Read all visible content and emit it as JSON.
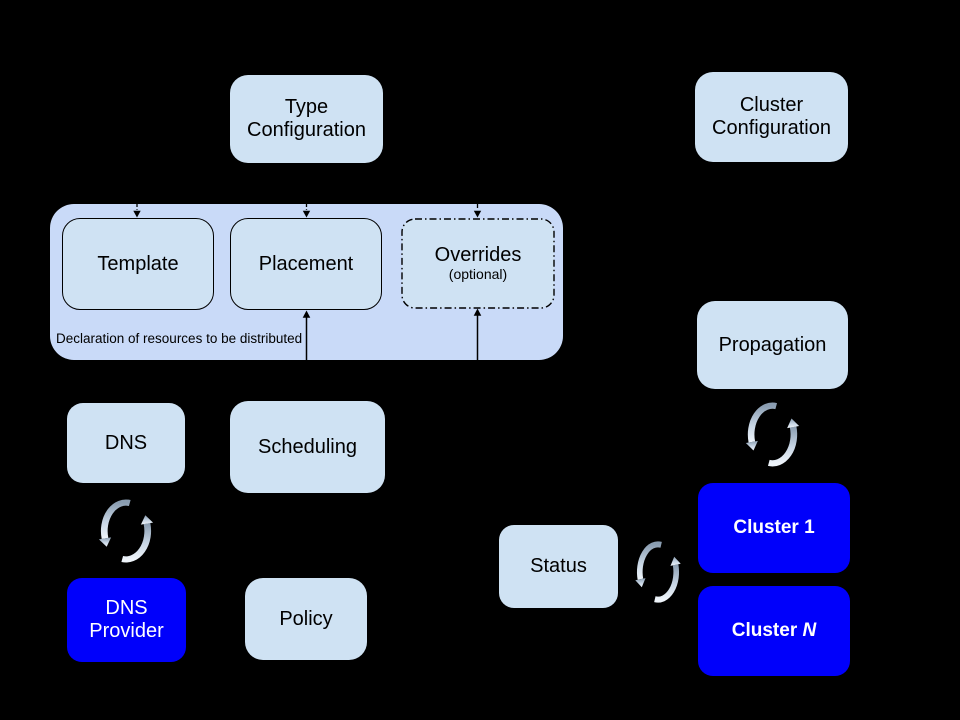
{
  "canvas": {
    "background": "#000000"
  },
  "palette": {
    "light_box_fill": "#cfe2f3",
    "group_fill": "#c9daf8",
    "blue_box_fill": "#0000fb",
    "box_border": "#000000",
    "dark_text": "#000000",
    "light_text": "#ffffff",
    "sync_icon_dark": "#8a9db1",
    "sync_icon_light": "#eef4fa"
  },
  "nodes": {
    "type_configuration": {
      "label": "Type\nConfiguration"
    },
    "cluster_configuration": {
      "label": "Cluster\nConfiguration"
    },
    "template": {
      "label": "Template"
    },
    "placement": {
      "label": "Placement"
    },
    "overrides": {
      "label": "Overrides",
      "sublabel": "(optional)"
    },
    "dns": {
      "label": "DNS"
    },
    "scheduling": {
      "label": "Scheduling"
    },
    "propagation": {
      "label": "Propagation"
    },
    "dns_provider": {
      "label": "DNS\nProvider"
    },
    "policy": {
      "label": "Policy"
    },
    "status": {
      "label": "Status"
    },
    "cluster_1": {
      "label": "Cluster 1"
    },
    "cluster_n": {
      "prefix": "Cluster ",
      "suffix": "N"
    }
  },
  "group": {
    "caption": "Declaration of resources to be distributed"
  },
  "icons": {
    "sync": "circular-sync-arrows"
  },
  "edges": [
    {
      "target": "template",
      "direction": "down",
      "line": "dashed"
    },
    {
      "target": "placement",
      "direction": "down",
      "line": "dashed"
    },
    {
      "target": "overrides",
      "direction": "down",
      "line": "dash-dot"
    },
    {
      "target": "placement",
      "direction": "up",
      "line": "solid"
    },
    {
      "target": "overrides",
      "direction": "up",
      "line": "solid"
    }
  ],
  "sync_links": [
    {
      "between": [
        "dns",
        "dns_provider"
      ]
    },
    {
      "between": [
        "propagation",
        "cluster_1"
      ]
    },
    {
      "between": [
        "status",
        "cluster_1"
      ]
    }
  ]
}
